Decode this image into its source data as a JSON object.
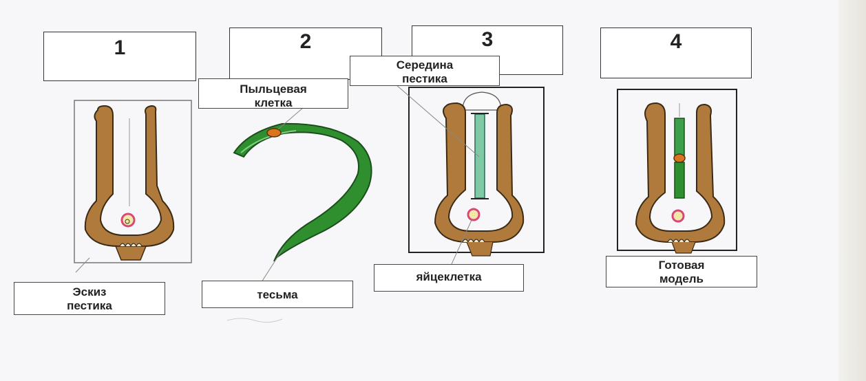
{
  "steps": [
    {
      "number": "1",
      "caption": "Эскиз пестика"
    },
    {
      "number": "2",
      "caption": "тесьма"
    },
    {
      "number": "3",
      "caption": "яйцеклетка"
    },
    {
      "number": "4",
      "caption": "Готовая модель"
    }
  ],
  "labels": {
    "pollen": "Пыльцевая клетка",
    "pistil_middle": "Середина пестика"
  },
  "colors": {
    "pistil_brown": "#b07a3c",
    "ribbon_green": "#2f8f2f",
    "ovule_pink": "#d9477a",
    "ovule_yellow": "#f2e8a6",
    "pollen_orange": "#d9751e"
  }
}
